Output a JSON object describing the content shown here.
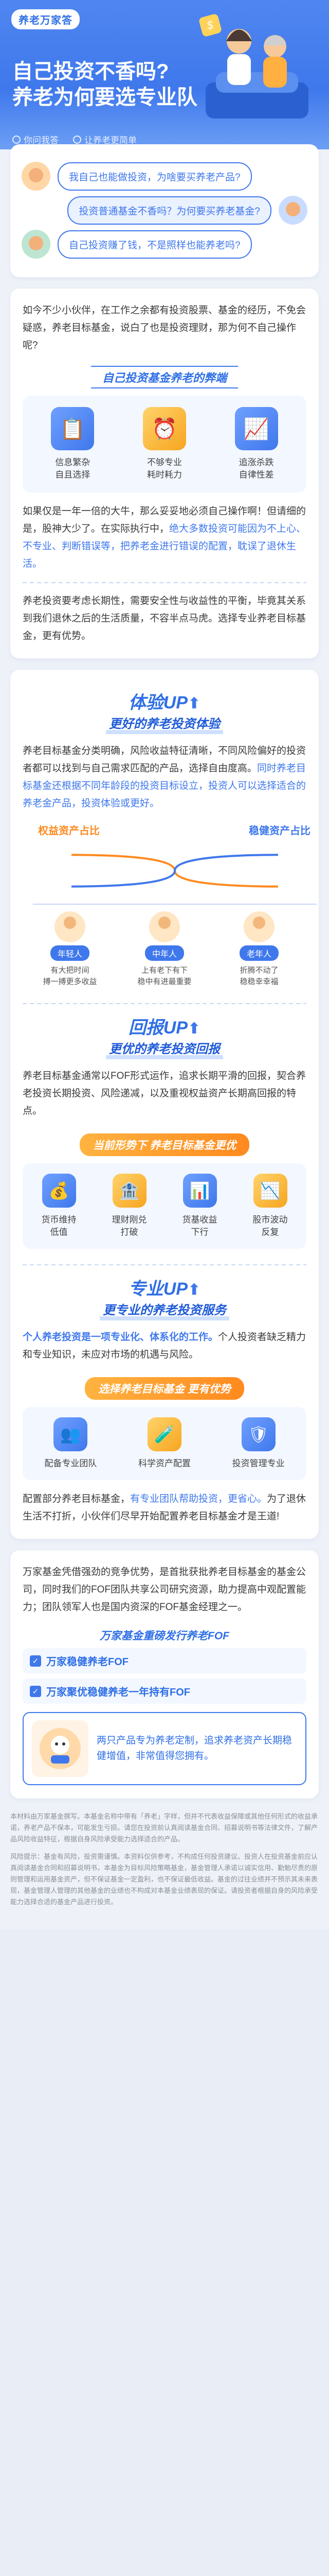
{
  "hero": {
    "brand": "养老万家答",
    "title_line1": "自己投资不香吗?",
    "title_line2": "养老为何要选专业队",
    "tags": [
      "你问我答",
      "让养老更简单"
    ]
  },
  "chat": [
    {
      "side": "left",
      "avatar": "a",
      "text": "我自己也能做投资，为啥要买养老产品?"
    },
    {
      "side": "right",
      "avatar": "b",
      "text": "投资普通基金不香吗？为何要买养老基金?"
    },
    {
      "side": "left",
      "avatar": "c",
      "text": "自己投资赚了钱，不是照样也能养老吗?"
    }
  ],
  "intro": {
    "para1": "如今不少小伙伴，在工作之余都有投资股票、基金的经历，不免会疑惑，养老目标基金，说白了也是投资理财，那为何不自己操作呢?",
    "subhead": "自己投资基金养老的弊端",
    "cons": [
      {
        "icon": "📋",
        "label": "信息繁杂\n自且选择"
      },
      {
        "icon": "⏰",
        "label": "不够专业\n耗时耗力"
      },
      {
        "icon": "📈",
        "label": "追涨杀跌\n自律性差"
      }
    ],
    "para2_a": "如果仅是一年一倍的大牛，那么妥妥地必须自己操作啊！但请细的是，股神大少了。在实际执行中，",
    "para2_hl": "绝大多数投资可能因为不上心、不专业、判断错误等，把养老金进行错误的配置，耽误了退休生活。",
    "para3": "养老投资要考虑长期性，需要安全性与收益性的平衡，毕竟其关系到我们退休之后的生活质量，不容半点马虎。选择专业养老目标基金，更有优势。"
  },
  "s1": {
    "title": "体验UP",
    "subtitle": "更好的养老投资体验",
    "para_a": "养老目标基金分类明确，风险收益特征清晰，不同风险偏好的投资者都可以找到与自己需求匹配的产品，选择自由度高。",
    "para_hl": "同时养老目标基金还根据不同年龄段的投资目标设立，投资人可以选择适合的养老金产品，投资体验或更好。",
    "chart_data": {
      "type": "line",
      "series": [
        {
          "name": "权益资产占比",
          "values": [
            0.78,
            0.5,
            0.22
          ]
        },
        {
          "name": "稳健资产占比",
          "values": [
            0.22,
            0.5,
            0.78
          ]
        }
      ],
      "categories": [
        "年轻人",
        "中年人",
        "老年人"
      ],
      "ylim": [
        0,
        1
      ]
    },
    "stages": [
      {
        "tag": "年轻人",
        "desc": "有大把时间\n搏一搏更多收益"
      },
      {
        "tag": "中年人",
        "desc": "上有老下有下\n稳中有进最重要"
      },
      {
        "tag": "老年人",
        "desc": "折腾不动了\n稳稳幸幸福"
      }
    ]
  },
  "s2": {
    "title": "回报UP",
    "subtitle": "更优的养老投资回报",
    "para_a": "养老目标基金通常以FOF形式运作，追求长期平滑的回报，契合养老投资长期投资、风险递减，以及重视权益资产长期高回报的特点。",
    "orange": "当前形势下 养老目标基金更优",
    "items": [
      {
        "icon": "💰",
        "label": "货币维持\n低值"
      },
      {
        "icon": "🏦",
        "label": "理财刚兑\n打破"
      },
      {
        "icon": "📊",
        "label": "货基收益\n下行"
      },
      {
        "icon": "📉",
        "label": "股市波动\n反复"
      }
    ]
  },
  "s3": {
    "title": "专业UP",
    "subtitle": "更专业的养老投资服务",
    "para_hl": "个人养老投资是一项专业化、体系化的工作。",
    "para_a": "个人投资者缺乏精力和专业知识，未应对市场的机遇与风险。",
    "orange": "选择养老目标基金 更有优势",
    "items": [
      {
        "icon": "👥",
        "label": "配备专业团队"
      },
      {
        "icon": "🧪",
        "label": "科学资产配置"
      },
      {
        "icon": "🛡",
        "label": "投资管理专业"
      }
    ],
    "para2_a": "配置部分养老目标基金，",
    "para2_hl": "有专业团队帮助投资，更省心。",
    "para2_b": "为了退休生活不打折，小伙伴们尽早开始配置养老目标基金才是王道!"
  },
  "funds": {
    "para": "万家基金凭借强劲的竞争优势，是首批获批养老目标基金的基金公司，同时我们的FOF团队共享公司研究资源，助力提高中观配置能力；团队领军人也是国内资深的FOF基金经理之一。",
    "title": "万家基金重磅发行养老FOF",
    "list": [
      "万家稳健养老FOF",
      "万家聚优稳健养老一年持有FOF"
    ],
    "note": "两只产品专为养老定制，追求养老资产长期稳健增值，非常值得您拥有。"
  },
  "disclaimer": [
    "本材料由万家基金撰写。本基金名称中带有「养老」字样，但并不代表收益保障或其他任何形式的收益承诺，养老产品不保本，可能发生亏损。请您在投资前认真阅读基金合同、招募说明书等法律文件，了解产品风险收益特征，根据自身风险承受能力选择适合的产品。",
    "风险提示：基金有风险，投资需谨慎。本资料仅供参考，不构成任何投资建议。投资人在投资基金前应认真阅读基金合同和招募说明书，本基金为目标风险策略基金，基金管理人承诺以诚实信用、勤勉尽责的原则管理和运用基金资产，但不保证基金一定盈利，也不保证最低收益。基金的过往业绩并不预示其未来表现，基金管理人管理的其他基金的业绩也不构成对本基金业绩表现的保证。请投资者根据自身的风险承受能力选择合适的基金产品进行投资。"
  ],
  "colors": {
    "primary": "#3f78ec",
    "accent": "#ff8a1f",
    "bg": "#eef2f8"
  }
}
